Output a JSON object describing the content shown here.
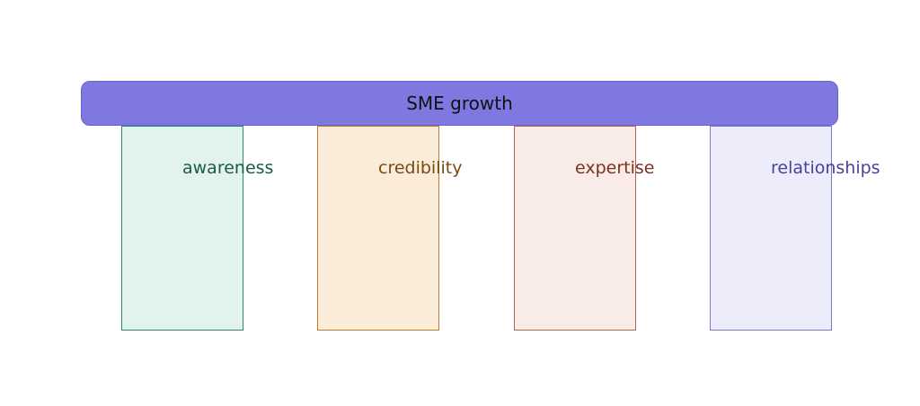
{
  "roof": {
    "label": "SME growth",
    "fill": "#7f78e0"
  },
  "pillars": [
    {
      "label": "awareness",
      "fill": "#e1f3ec",
      "border": "#2e8a6a",
      "text_color": "#1b5a45"
    },
    {
      "label": "credibility",
      "fill": "#faecd9",
      "border": "#c07a2a",
      "text_color": "#7a4a12"
    },
    {
      "label": "expertise",
      "fill": "#f9ebe8",
      "border": "#b8644e",
      "text_color": "#7a3320"
    },
    {
      "label": "relationships",
      "fill": "#ececfa",
      "border": "#7e78c8",
      "text_color": "#4a3f9a"
    }
  ]
}
